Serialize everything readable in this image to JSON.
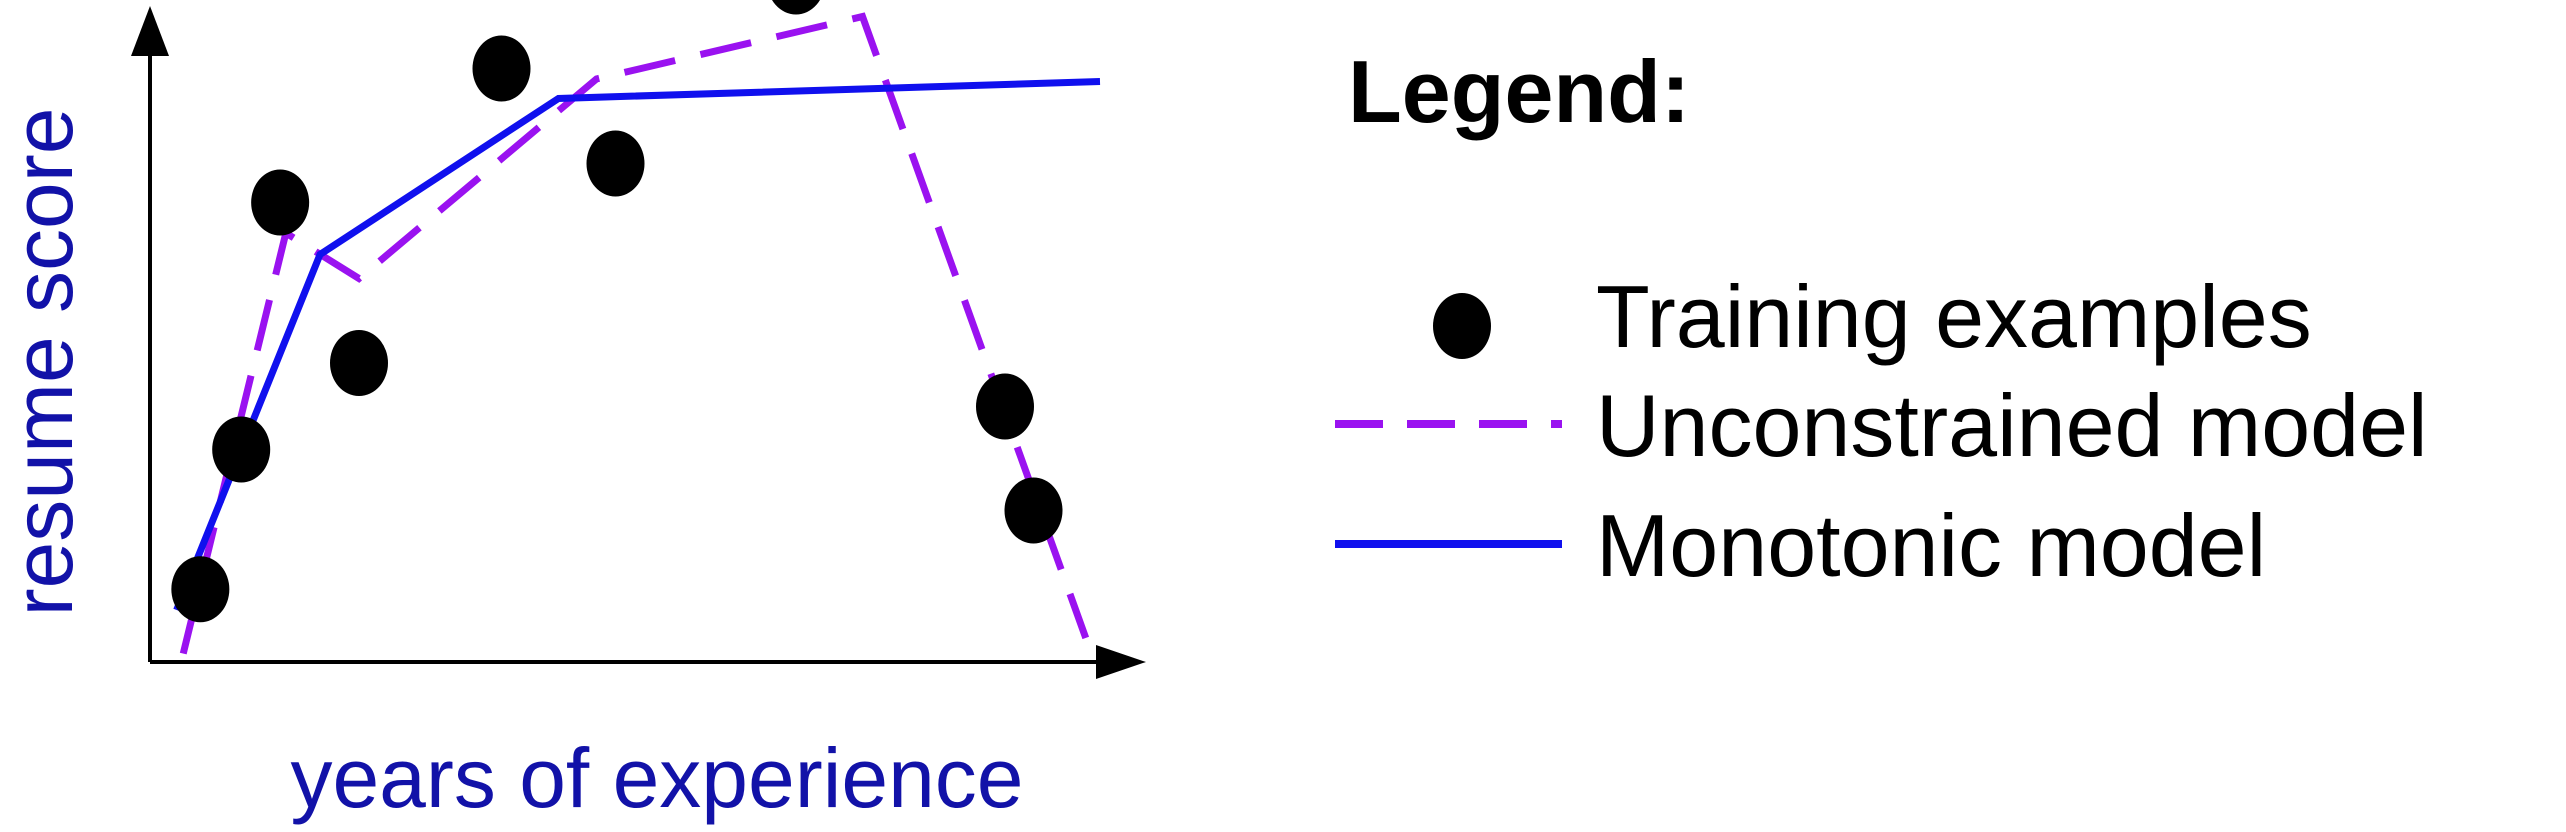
{
  "chart_data": {
    "type": "line",
    "xlabel": "years of experience",
    "ylabel": "resume score",
    "xlim": [
      0,
      10
    ],
    "ylim": [
      0,
      10
    ],
    "axis_tick_labels": false,
    "grid": false,
    "legend": {
      "title": "Legend:",
      "placement": "right"
    },
    "series": [
      {
        "name": "Training examples",
        "kind": "scatter",
        "color": "#000000",
        "x": [
          0.53,
          0.96,
          1.37,
          2.2,
          3.7,
          4.9,
          6.8,
          9.0,
          9.3
        ],
        "y": [
          1.12,
          3.27,
          7.07,
          4.6,
          9.13,
          7.67,
          10.47,
          3.93,
          2.33
        ]
      },
      {
        "name": "Unconstrained model",
        "kind": "line",
        "style": "dashed",
        "color": "#9a12f0",
        "x": [
          0.35,
          1.43,
          2.2,
          4.7,
          7.5,
          9.85
        ],
        "y": [
          0.13,
          6.6,
          5.9,
          8.97,
          9.93,
          0.37
        ]
      },
      {
        "name": "Monotonic model",
        "kind": "line",
        "style": "solid",
        "color": "#1010ee",
        "x": [
          0.28,
          1.79,
          4.3,
          10.0
        ],
        "y": [
          0.8,
          6.27,
          8.67,
          8.93
        ]
      }
    ]
  }
}
